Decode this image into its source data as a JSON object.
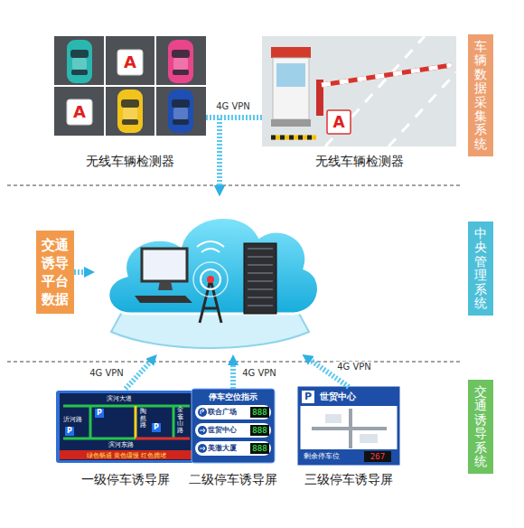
{
  "diagram": {
    "nodes": [
      {
        "text": [
          "车辆数据采集系统"
        ]
      },
      {
        "text": [
          "A",
          "A",
          "无线车辆检测器"
        ],
        "in": 0
      },
      {
        "text": [
          "A",
          "无线车辆检测器"
        ],
        "in": 0
      },
      {
        "text": [
          "中央管理系统"
        ]
      },
      {
        "text": [
          "交通诱导平台数据"
        ],
        "in": 3
      },
      {
        "text": [],
        "in": 3
      },
      {
        "text": [
          "交通诱导系统"
        ]
      },
      {
        "text": [
          "滨河大道",
          "沂河路",
          "P",
          "P",
          "陶然路",
          "金雀山路",
          "P",
          "滨河东路",
          "绿色畅通 黄色缓慢 红色拥堵",
          "一级停车诱导屏"
        ],
        "in": 6
      },
      {
        "text": [
          "停车空位指示",
          "联合广场",
          "888",
          "世贸中心",
          "888",
          "美澈大厦",
          "888",
          "二级停车诱导屏"
        ],
        "in": 6
      },
      {
        "text": [
          "P",
          "世贸中心",
          "剩余停车位",
          "267",
          "三级停车诱导屏"
        ],
        "in": 6
      }
    ],
    "edges": [
      {
        "from": 1,
        "to": 5,
        "arrow": "to",
        "label": "4G VPN"
      },
      {
        "from": 2,
        "to": 5,
        "arrow": "to"
      },
      {
        "from": 4,
        "to": 5,
        "arrow": "to"
      },
      {
        "from": 7,
        "to": 5,
        "arrow": "to",
        "label": "4G VPN"
      },
      {
        "from": 8,
        "to": 5,
        "arrow": "to",
        "label": "4G VPN"
      },
      {
        "from": 9,
        "to": 5,
        "arrow": "to",
        "label": "4G VPN"
      }
    ]
  }
}
